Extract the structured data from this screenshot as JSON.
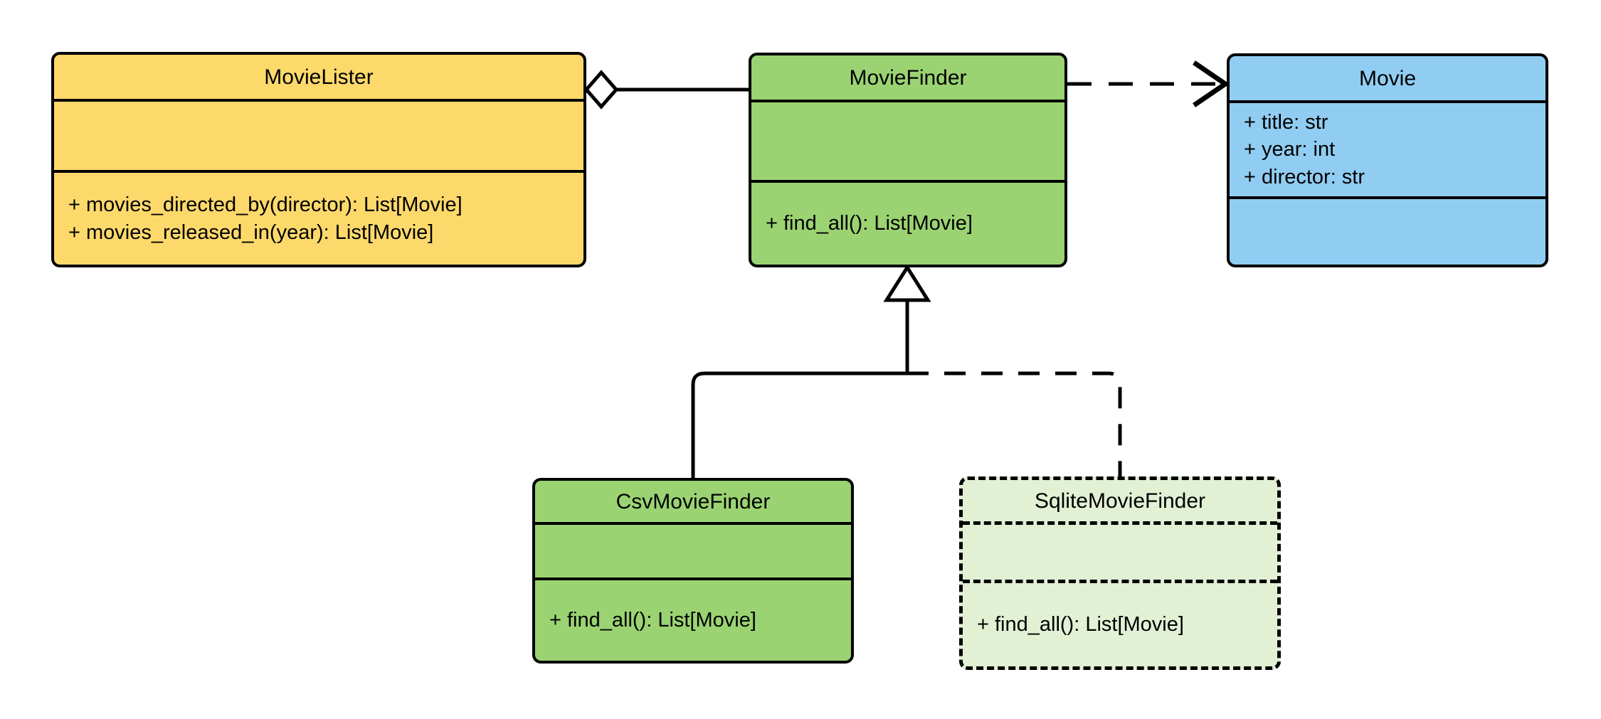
{
  "diagram": {
    "kind": "uml-class-diagram",
    "background": "#ffffff",
    "line_color": "#000000"
  },
  "classes": [
    {
      "id": "MovieLister",
      "name": "MovieLister",
      "fill": "#FDD96B",
      "border_style": "solid",
      "attributes": [],
      "methods": [
        "+ movies_directed_by(director): List[Movie]",
        "+ movies_released_in(year): List[Movie]"
      ]
    },
    {
      "id": "MovieFinder",
      "name": "MovieFinder",
      "fill": "#9BD373",
      "border_style": "solid",
      "attributes": [],
      "methods": [
        "+ find_all(): List[Movie]"
      ]
    },
    {
      "id": "Movie",
      "name": "Movie",
      "fill": "#91CDF2",
      "border_style": "solid",
      "attributes": [
        "+ title: str",
        "+ year: int",
        "+ director: str"
      ],
      "methods": []
    },
    {
      "id": "CsvMovieFinder",
      "name": "CsvMovieFinder",
      "fill": "#9BD373",
      "border_style": "solid",
      "attributes": [],
      "methods": [
        "+ find_all(): List[Movie]"
      ]
    },
    {
      "id": "SqliteMovieFinder",
      "name": "SqliteMovieFinder",
      "fill": "#E2F0D4",
      "border_style": "dashed",
      "attributes": [],
      "methods": [
        "+ find_all(): List[Movie]"
      ]
    }
  ],
  "relationships": [
    {
      "id": "movielister-aggregates-moviefinder",
      "type": "aggregation",
      "source": "MovieLister",
      "target": "MovieFinder",
      "line_style": "solid",
      "source_marker": "hollow-diamond",
      "target_marker": "none"
    },
    {
      "id": "moviefinder-depends-movie",
      "type": "dependency",
      "source": "MovieFinder",
      "target": "Movie",
      "line_style": "dashed",
      "source_marker": "none",
      "target_marker": "open-arrow"
    },
    {
      "id": "csvmoviefinder-inherits-moviefinder",
      "type": "generalization",
      "source": "CsvMovieFinder",
      "target": "MovieFinder",
      "line_style": "solid",
      "source_marker": "none",
      "target_marker": "hollow-triangle"
    },
    {
      "id": "sqlitemoviefinder-inherits-moviefinder",
      "type": "generalization",
      "source": "SqliteMovieFinder",
      "target": "MovieFinder",
      "line_style": "dashed",
      "source_marker": "none",
      "target_marker": "hollow-triangle"
    }
  ]
}
